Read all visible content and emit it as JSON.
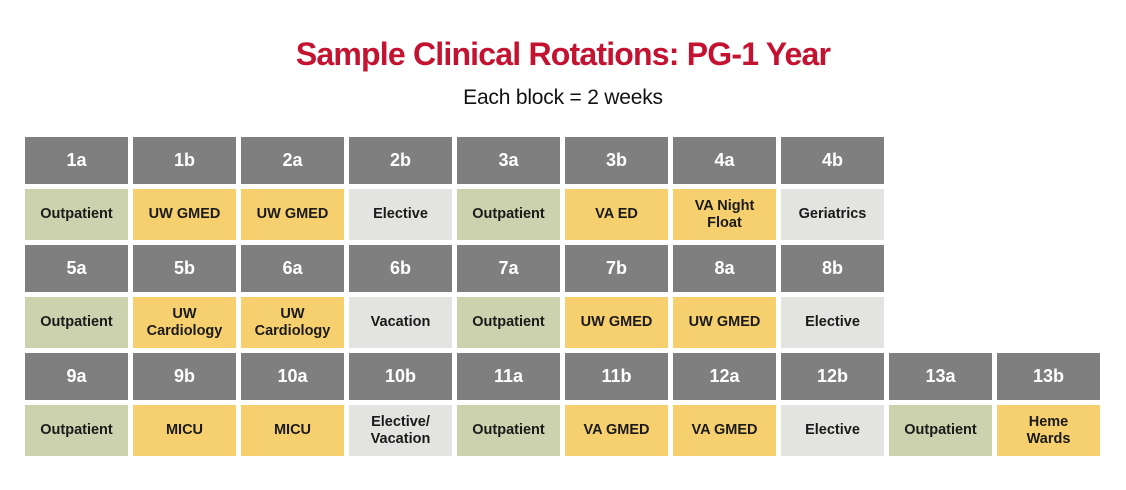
{
  "chart_data": {
    "type": "table",
    "title": "Sample Clinical Rotations: PG-1 Year",
    "subtitle": "Each block = 2 weeks",
    "rows": [
      {
        "blocks": [
          "1a",
          "1b",
          "2a",
          "2b",
          "3a",
          "3b",
          "4a",
          "4b"
        ],
        "rotations": [
          {
            "label": "Outpatient",
            "category": "green"
          },
          {
            "label": "UW GMED",
            "category": "yellow"
          },
          {
            "label": "UW GMED",
            "category": "yellow"
          },
          {
            "label": "Elective",
            "category": "gray"
          },
          {
            "label": "Outpatient",
            "category": "green"
          },
          {
            "label": "VA ED",
            "category": "yellow"
          },
          {
            "label": "VA Night\nFloat",
            "category": "yellow"
          },
          {
            "label": "Geriatrics",
            "category": "gray"
          }
        ]
      },
      {
        "blocks": [
          "5a",
          "5b",
          "6a",
          "6b",
          "7a",
          "7b",
          "8a",
          "8b"
        ],
        "rotations": [
          {
            "label": "Outpatient",
            "category": "green"
          },
          {
            "label": "UW\nCardiology",
            "category": "yellow"
          },
          {
            "label": "UW\nCardiology",
            "category": "yellow"
          },
          {
            "label": "Vacation",
            "category": "gray"
          },
          {
            "label": "Outpatient",
            "category": "green"
          },
          {
            "label": "UW GMED",
            "category": "yellow"
          },
          {
            "label": "UW GMED",
            "category": "yellow"
          },
          {
            "label": "Elective",
            "category": "gray"
          }
        ]
      },
      {
        "blocks": [
          "9a",
          "9b",
          "10a",
          "10b",
          "11a",
          "11b",
          "12a",
          "12b",
          "13a",
          "13b"
        ],
        "rotations": [
          {
            "label": "Outpatient",
            "category": "green"
          },
          {
            "label": "MICU",
            "category": "yellow"
          },
          {
            "label": "MICU",
            "category": "yellow"
          },
          {
            "label": "Elective/\nVacation",
            "category": "gray"
          },
          {
            "label": "Outpatient",
            "category": "green"
          },
          {
            "label": "VA GMED",
            "category": "yellow"
          },
          {
            "label": "VA GMED",
            "category": "yellow"
          },
          {
            "label": "Elective",
            "category": "gray"
          },
          {
            "label": "Outpatient",
            "category": "green"
          },
          {
            "label": "Heme\nWards",
            "category": "yellow"
          }
        ]
      }
    ]
  },
  "colors": {
    "title_text": "#c41231",
    "header_bg": "#7f7f7f",
    "header_text": "#ffffff",
    "cell_text": "#1a1a1a",
    "cell_green": "#ccd2ad",
    "cell_yellow": "#f6d06e",
    "cell_gray": "#e3e3e1"
  }
}
